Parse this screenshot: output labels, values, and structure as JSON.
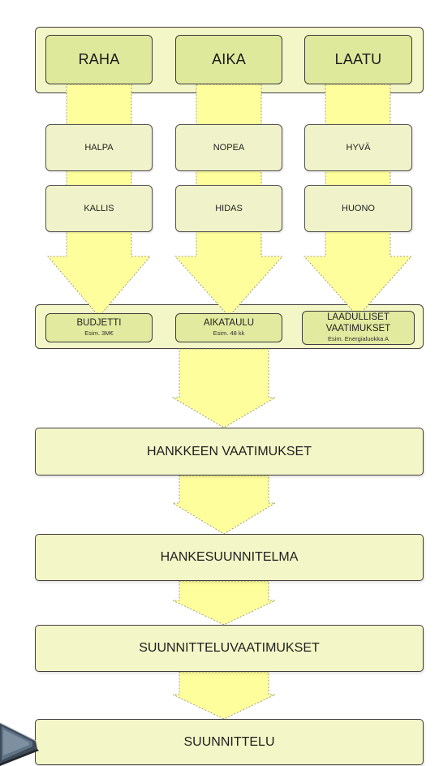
{
  "colors": {
    "arrow_fill": "#fefe9c",
    "panel_fill": "#f3f6c6",
    "header_fill": "#dfe99c",
    "border": "#3f3f3f"
  },
  "columns": [
    {
      "header": "RAHA",
      "options": [
        "HALPA",
        "KALLIS"
      ],
      "requirement": {
        "lines": [
          "BUDJETTI"
        ],
        "example": "Esim. 3M€"
      }
    },
    {
      "header": "AIKA",
      "options": [
        "NOPEA",
        "HIDAS"
      ],
      "requirement": {
        "lines": [
          "AIKATAULU"
        ],
        "example": "Esim. 48 kk"
      }
    },
    {
      "header": "LAATU",
      "options": [
        "HYVÄ",
        "HUONO"
      ],
      "requirement": {
        "lines": [
          "LAADULLISET",
          "VAATIMUKSET"
        ],
        "example": "Esim. Energialuokka A"
      }
    }
  ],
  "stages": [
    "HANKKEEN VAATIMUKSET",
    "HANKESUUNNITELMA",
    "SUUNNITTELUVAATIMUKSET",
    "SUUNNITTELU"
  ],
  "decoration": {
    "corner_image": "laptop-icon"
  }
}
